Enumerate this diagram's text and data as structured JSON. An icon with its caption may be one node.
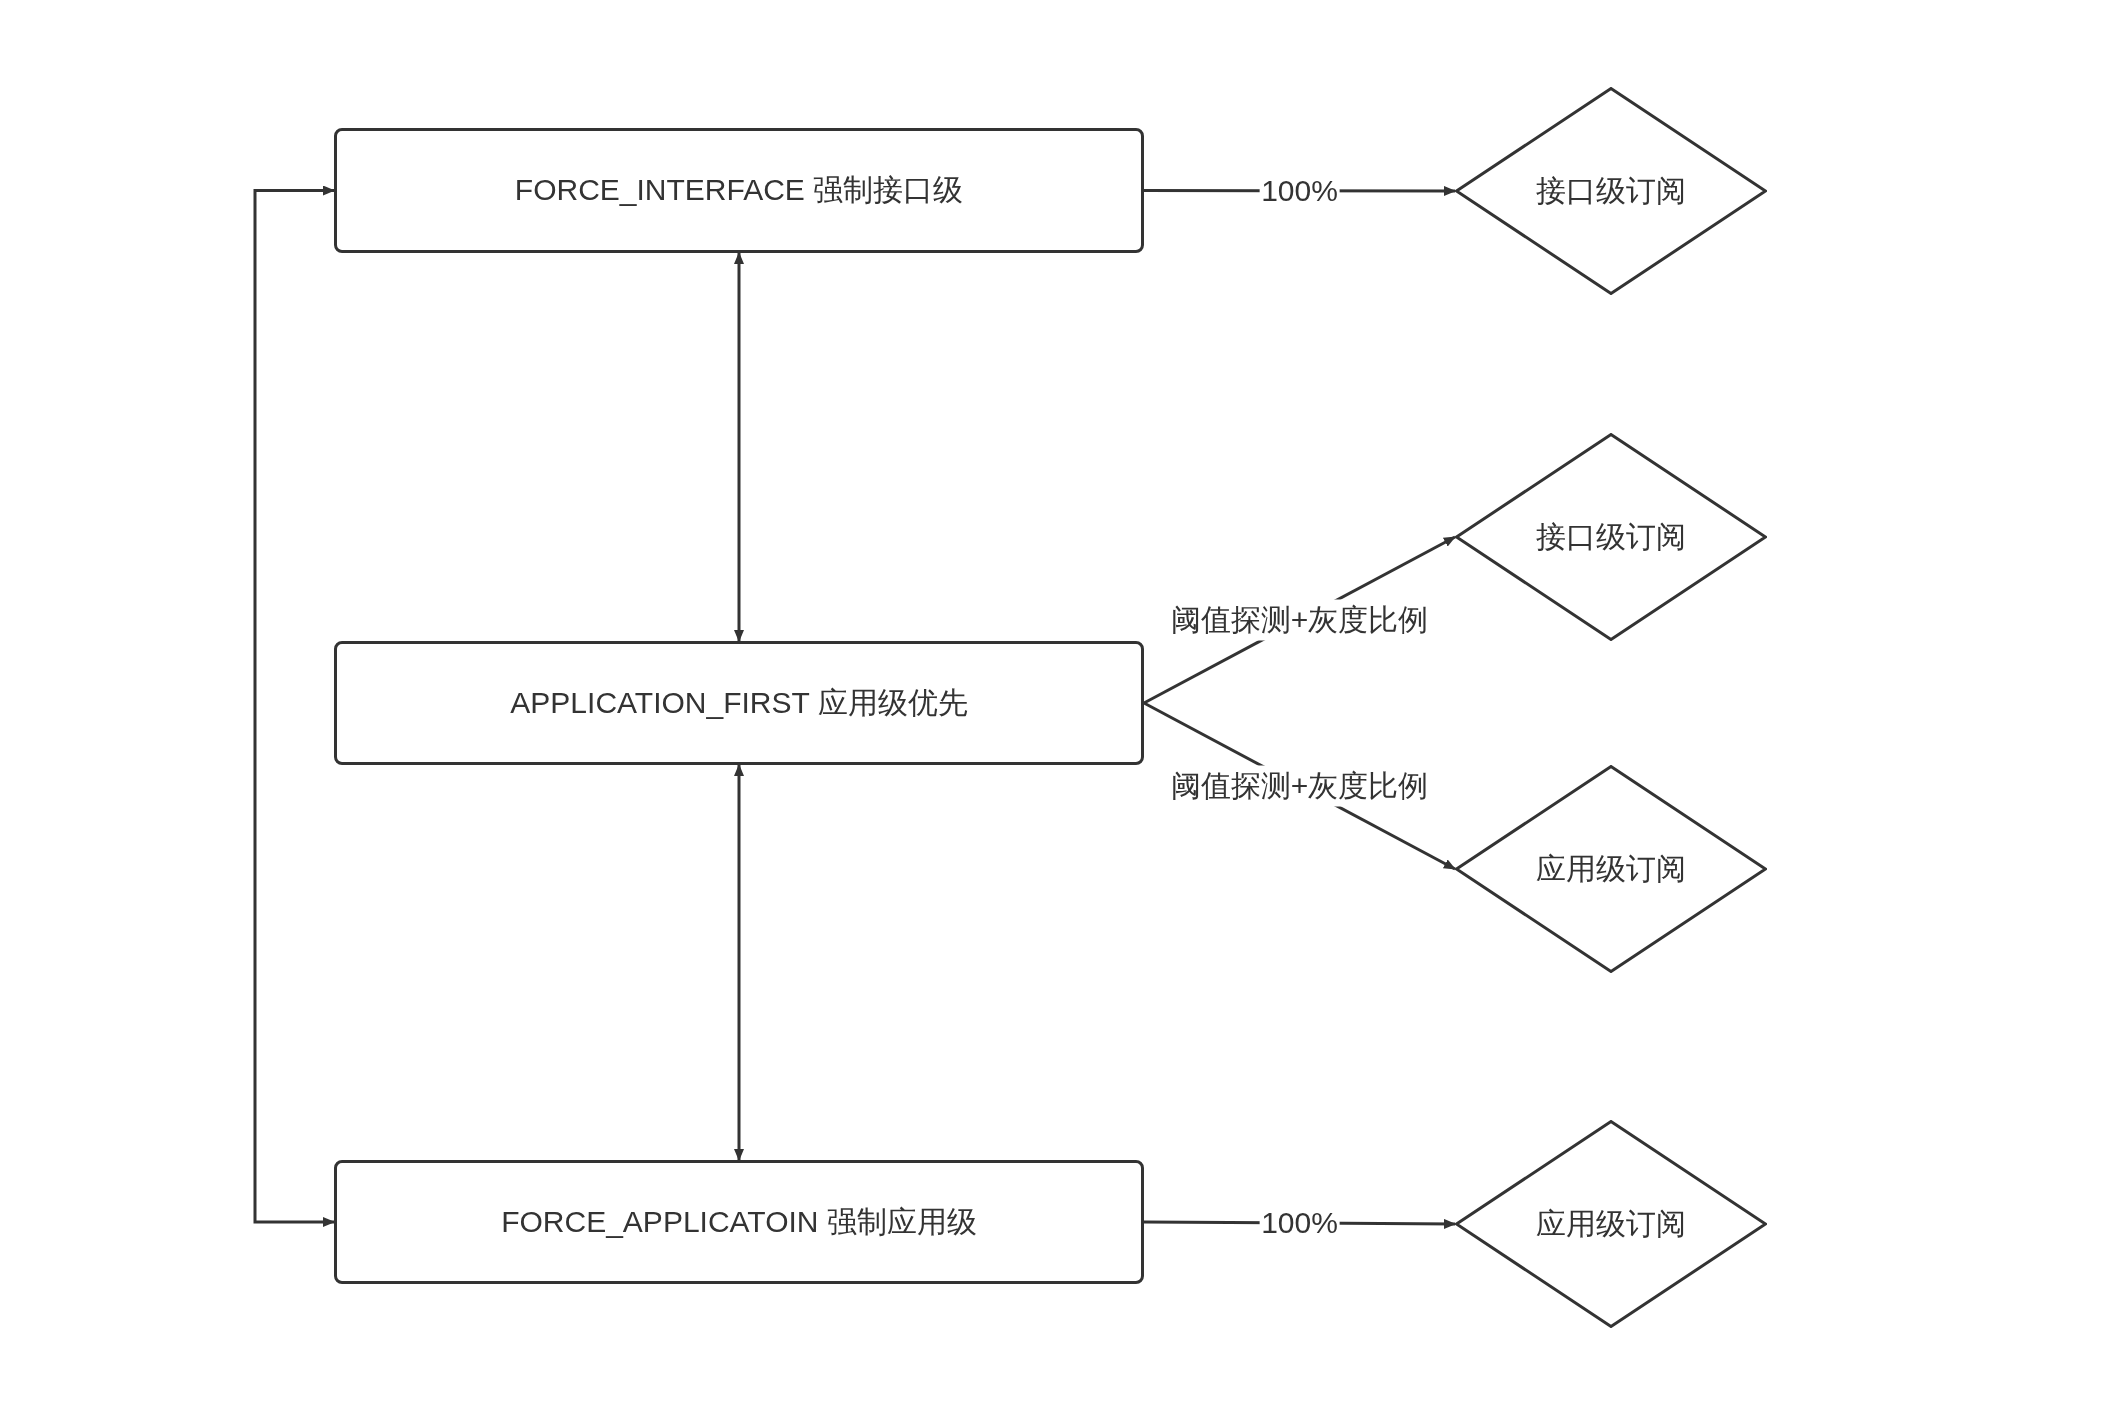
{
  "diagram": {
    "nodes": [
      {
        "text": [
          "FORCE_INTERFACE 强制接口级"
        ]
      },
      {
        "text": [
          "接口级订阅"
        ]
      },
      {
        "text": [
          "接口级订阅"
        ]
      },
      {
        "text": [
          "APPLICATION_FIRST 应用级优先"
        ]
      },
      {
        "text": [
          "应用级订阅"
        ]
      },
      {
        "text": [
          "FORCE_APPLICATOIN 强制应用级"
        ]
      },
      {
        "text": [
          "应用级订阅"
        ]
      }
    ],
    "edges": [
      {
        "from": 0,
        "to": 1,
        "arrow": "to",
        "label": "100%"
      },
      {
        "from": 0,
        "to": 3,
        "arrow": "both"
      },
      {
        "from": 3,
        "to": 5,
        "arrow": "both"
      },
      {
        "from": 0,
        "to": 5,
        "arrow": "both"
      },
      {
        "from": 3,
        "to": 2,
        "arrow": "to",
        "label": "阈值探测+灰度比例"
      },
      {
        "from": 3,
        "to": 4,
        "arrow": "to",
        "label": "阈值探测+灰度比例"
      },
      {
        "from": 5,
        "to": 6,
        "arrow": "to",
        "label": "100%"
      }
    ]
  }
}
